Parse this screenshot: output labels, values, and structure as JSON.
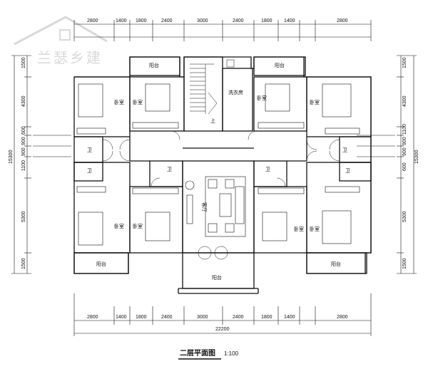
{
  "watermark": {
    "text": "兰瑟乡建"
  },
  "drawing_title": "二层平面图",
  "drawing_scale": "1:100",
  "dims_top": [
    "2800",
    "1400",
    "1800",
    "2400",
    "3000",
    "2400",
    "1800",
    "1400",
    "2800"
  ],
  "dims_bottom": [
    "2800",
    "1400",
    "1800",
    "2400",
    "3000",
    "2400",
    "1800",
    "1400",
    "2800"
  ],
  "dims_total": "22200",
  "dims_left": [
    "1500",
    "4300",
    "600",
    "900",
    "900",
    "1100",
    "5300",
    "1500"
  ],
  "dims_left_total": "15300",
  "dims_right": [
    "1500",
    "4300",
    "1100",
    "900",
    "900",
    "600",
    "5300",
    "1500"
  ],
  "dims_right_total": "15300",
  "rooms": {
    "balcony": "阳台",
    "bedroom": "卧室",
    "bath": "卫",
    "laundry": "洗衣房",
    "living": "客厅",
    "up": "上"
  },
  "colors": {
    "line": "#111111",
    "watermark": "#d9d9d9"
  }
}
